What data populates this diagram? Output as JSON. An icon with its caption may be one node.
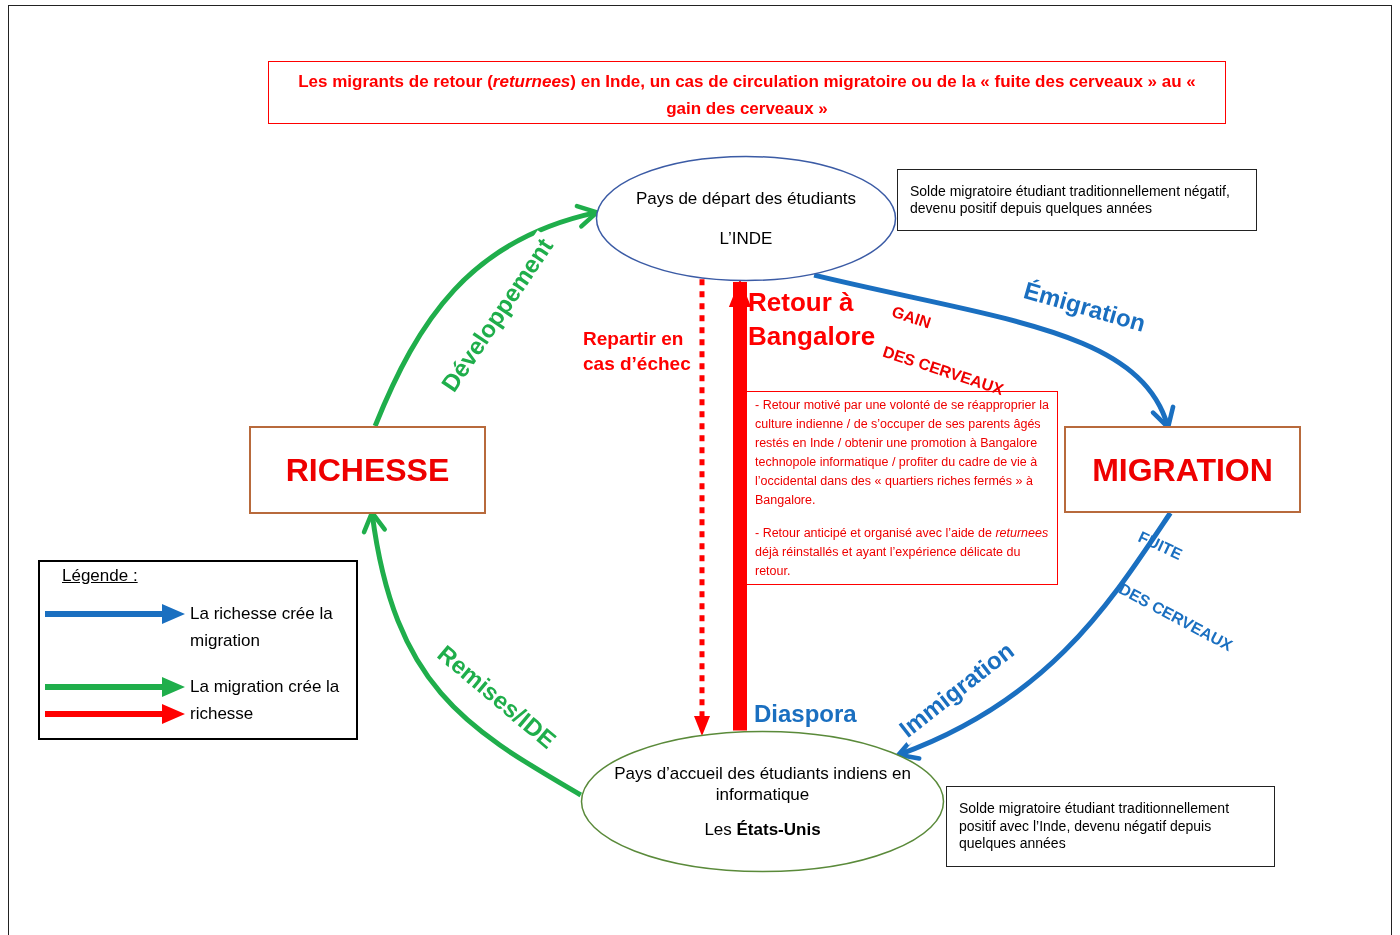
{
  "diagram": {
    "title": "Les migrants de retour (*returnees*) en Inde, un cas de circulation migratoire ou de la « fuite des cerveaux » au « gain des cerveaux »",
    "nodes": [
      {
        "text": [
          "Pays de départ des étudiants",
          "L’INDE"
        ]
      },
      {
        "text": [
          "Solde migratoire étudiant traditionnellement négatif, devenu positif depuis quelques années"
        ]
      },
      {
        "text": [
          "RICHESSE"
        ]
      },
      {
        "text": [
          "MIGRATION"
        ]
      },
      {
        "text": [
          "- Retour motivé par une volonté de se réapproprier la culture indienne / de s’occuper de ses parents âgés restés en Inde / obtenir une promotion à Bangalore technopole informatique / profiter du cadre de vie à l’occidental dans des « quartiers riches fermés » à Bangalore.",
          "- Retour anticipé et organisé avec l’aide de *returnees* déjà réinstallés et ayant l’expérience délicate du retour."
        ]
      },
      {
        "text": [
          "Pays d’accueil des étudiants indiens en informatique",
          "Les **États-Unis**"
        ]
      },
      {
        "text": [
          "Solde migratoire étudiant traditionnellement positif avec l’Inde, devenu négatif depuis quelques années"
        ]
      }
    ],
    "edges": [
      {
        "from": 2,
        "to": 0,
        "arrow": "to",
        "label": "Développement",
        "color": "#1fae4b"
      },
      {
        "from": 0,
        "to": 3,
        "arrow": "to",
        "label": "Émigration",
        "color": "#1a6fc0"
      },
      {
        "from": 3,
        "to": 5,
        "arrow": "to",
        "label": "Immigration",
        "color": "#1a6fc0"
      },
      {
        "from": 5,
        "to": 2,
        "arrow": "to",
        "label": "Remises/IDE",
        "color": "#1fae4b"
      },
      {
        "from": 0,
        "to": 5,
        "arrow": "to",
        "label": "Repartir en cas d’échec",
        "style": "dashed",
        "color": "#ff0000"
      },
      {
        "from": 5,
        "to": 0,
        "arrow": "to",
        "label": "Retour à Bangalore",
        "style": "thick",
        "color": "#ff0000"
      }
    ],
    "labels": [
      "GAIN",
      "DES CERVEAUX",
      "FUITE",
      "DES CERVEAUX",
      "Diaspora",
      "Légende :"
    ],
    "legend": [
      {
        "text": "La richesse crée la migration"
      },
      {
        "text": "La migration crée la richesse"
      }
    ]
  }
}
